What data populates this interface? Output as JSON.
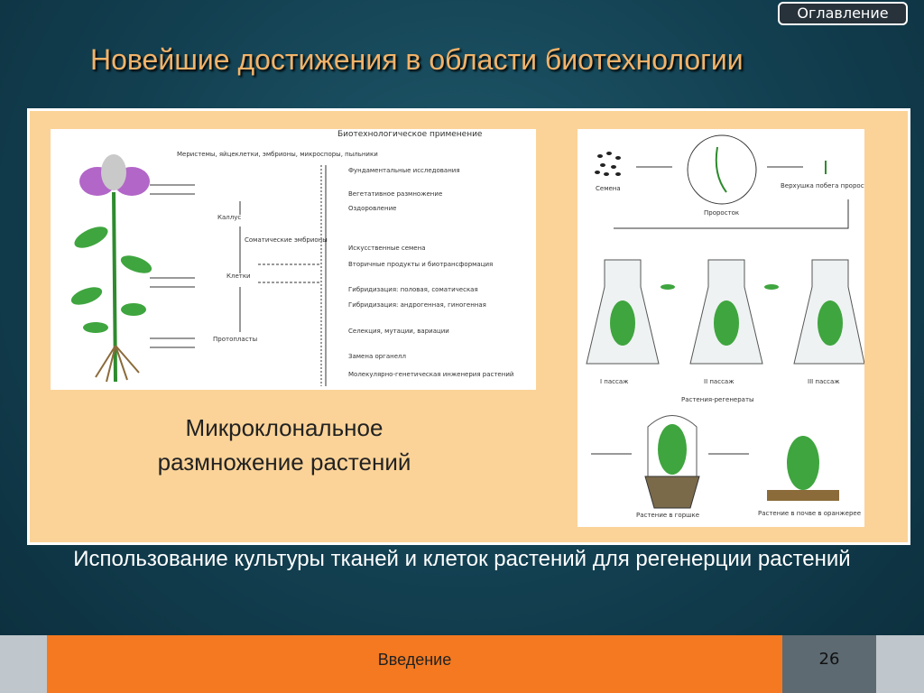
{
  "header": {
    "toc_button": "Оглавление",
    "title": "Новейшие достижения в области биотехнологии"
  },
  "figure_left": {
    "column_header": "Биотехнологическое применение",
    "stages": [
      "Меристемы, яйцеклетки, эмбрионы, микроспоры, пыльники",
      "Каллус",
      "Соматические эмбрионы",
      "Клетки",
      "Протопласты"
    ],
    "applications": [
      "Фундаментальные исследования",
      "Вегетативное размножение",
      "Оздоровление",
      "Искусственные семена",
      "Вторичные продукты и биотрансформация",
      "Гибридизация: половая, соматическая",
      "Гибридизация: андрогенная, гиногенная",
      "Селекция, мутации, вариации",
      "Замена органелл",
      "Молекулярно-генетическая инженерия растений"
    ]
  },
  "figure_right": {
    "labels": {
      "seeds": "Семена",
      "sprout": "Проросток",
      "shoot_tip": "Верхушка побега проростка с гипокотилем",
      "passage1": "I пассаж",
      "passage2": "II пассаж",
      "passage3": "III пассаж",
      "regenerants": "Растения-регенераты",
      "plant_pot": "Растение в горшке",
      "plant_soil": "Растение в почве в оранжерее"
    }
  },
  "caption": "Микроклональное размножение растений",
  "subtitle": "Использование культуры тканей и клеток растений для регенерции растений",
  "footer": {
    "section": "Введение",
    "page": "26"
  }
}
